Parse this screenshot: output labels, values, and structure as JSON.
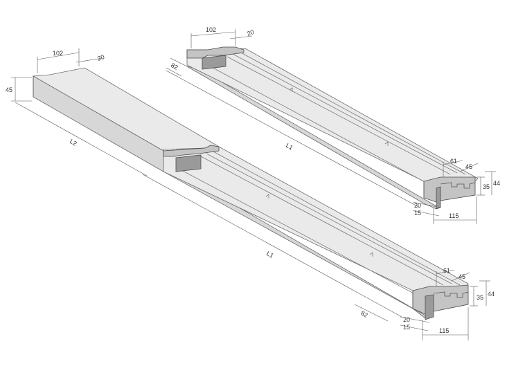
{
  "dims": {
    "upper": {
      "width_top": "102",
      "width_top_small": "20",
      "side_small": "82",
      "length": "L1",
      "end_61": "61",
      "end_45": "45",
      "end_35": "35",
      "end_44": "44",
      "end_20": "20",
      "end_15": "15",
      "end_115": "115"
    },
    "lower": {
      "width_top": "102",
      "width_top_small": "20",
      "height": "45",
      "length_L2": "L2",
      "length_L1": "L1",
      "side_small": "82",
      "end_61": "61",
      "end_45": "45",
      "end_35": "35",
      "end_44": "44",
      "end_20": "20",
      "end_15": "15",
      "end_115": "115"
    }
  },
  "colors": {
    "top_face": "#eaeaea",
    "side_face": "#d7d7d7",
    "end_face": "#9a9a9a"
  }
}
